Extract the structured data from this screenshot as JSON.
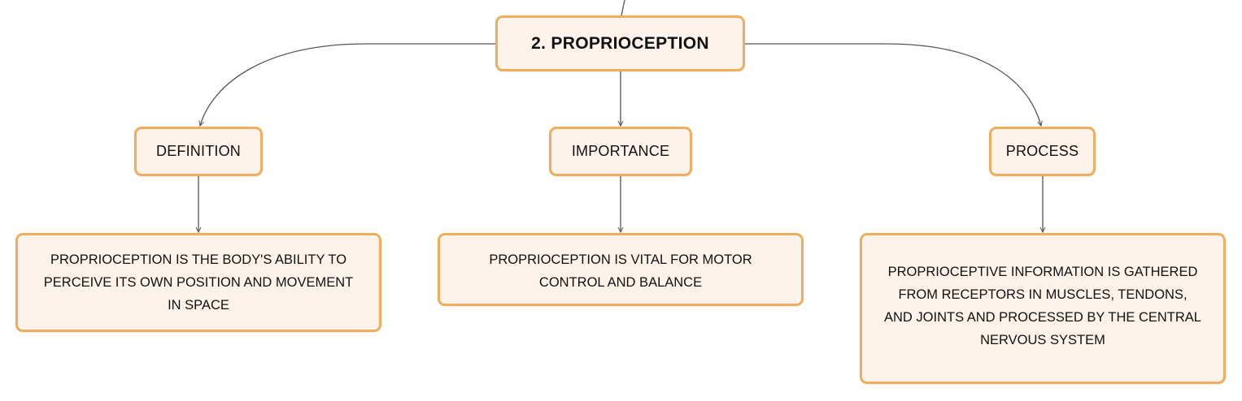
{
  "diagram": {
    "root": {
      "label": "2. PROPRIOCEPTION"
    },
    "branches": [
      {
        "label": "DEFINITION",
        "detail": "PROPRIOCEPTION IS THE BODY'S ABILITY TO PERCEIVE ITS OWN POSITION AND MOVEMENT IN SPACE"
      },
      {
        "label": "IMPORTANCE",
        "detail": "PROPRIOCEPTION IS VITAL FOR MOTOR CONTROL AND BALANCE"
      },
      {
        "label": "PROCESS",
        "detail": "PROPRIOCEPTIVE INFORMATION IS GATHERED FROM RECEPTORS IN MUSCLES, TENDONS, AND JOINTS AND PROCESSED BY THE CENTRAL NERVOUS SYSTEM"
      }
    ],
    "colors": {
      "node_fill": "#fdf3ea",
      "node_border": "#f0ad5c",
      "connector": "#555555",
      "text": "#111111"
    }
  }
}
